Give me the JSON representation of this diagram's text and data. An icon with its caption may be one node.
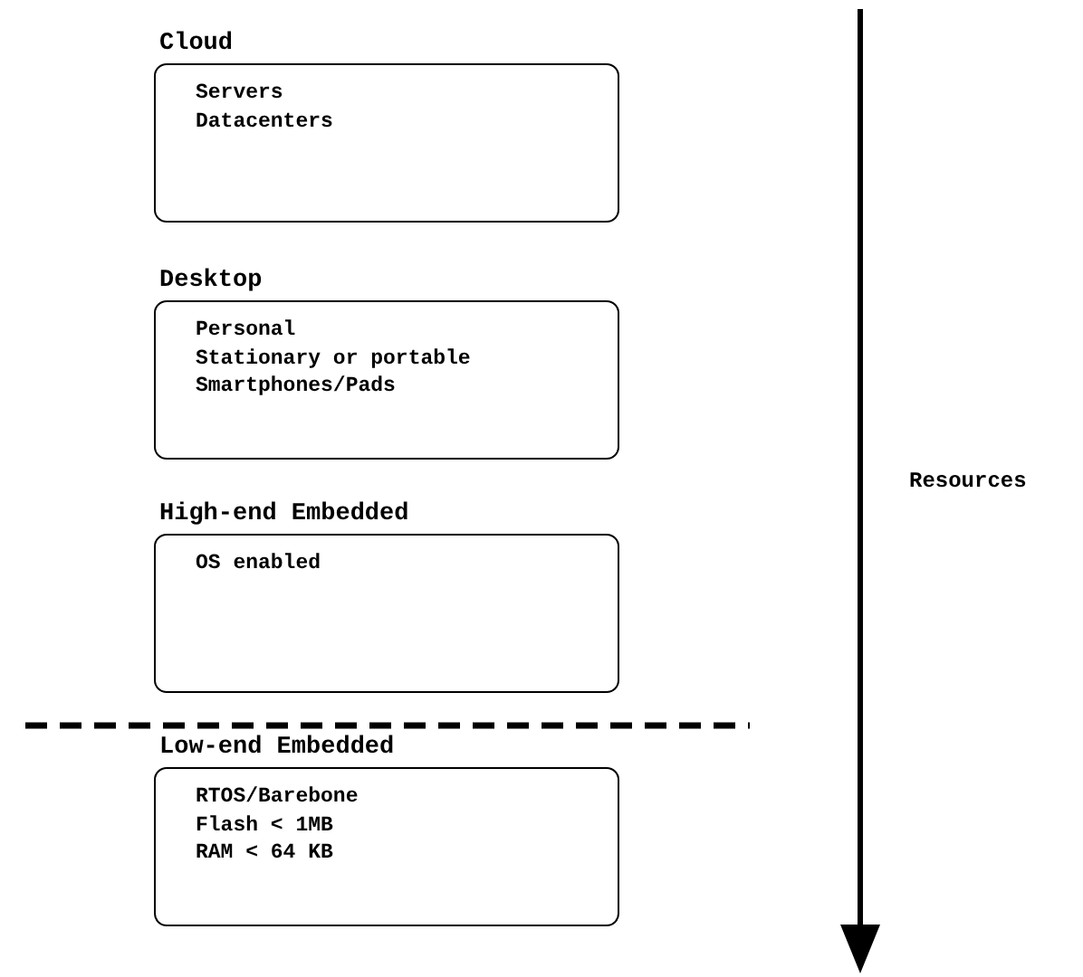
{
  "diagram": {
    "nodes": [
      {
        "text": [
          "Cloud",
          "Servers",
          "Datacenters"
        ]
      },
      {
        "text": [
          "Desktop",
          "Personal",
          "Stationary or portable",
          "Smartphones/Pads"
        ]
      },
      {
        "text": [
          "High-end Embedded",
          "OS enabled"
        ]
      },
      {
        "text": [
          "Low-end Embedded",
          "RTOS/Barebone",
          "Flash < 1MB",
          "RAM < 64 KB"
        ]
      }
    ],
    "labels": [
      "Resources"
    ]
  }
}
